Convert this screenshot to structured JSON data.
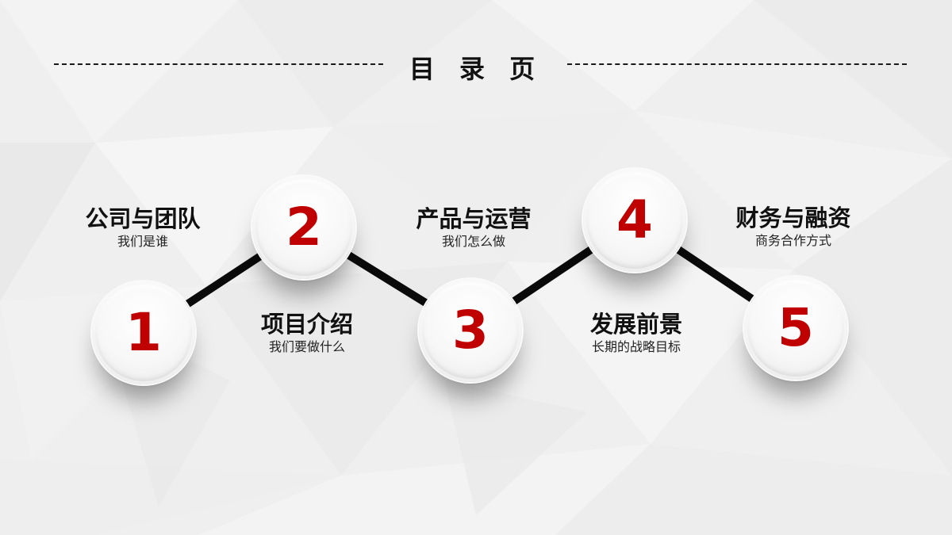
{
  "slide": {
    "title": "目 录 页",
    "accent_color": "#c00000",
    "text_color": "#111111"
  },
  "items": [
    {
      "number": "1",
      "title": "公司与团队",
      "subtitle": "我们是谁"
    },
    {
      "number": "2",
      "title": "项目介绍",
      "subtitle": "我们要做什么"
    },
    {
      "number": "3",
      "title": "产品与运营",
      "subtitle": "我们怎么做"
    },
    {
      "number": "4",
      "title": "发展前景",
      "subtitle": "长期的战略目标"
    },
    {
      "number": "5",
      "title": "财务与融资",
      "subtitle": "商务合作方式"
    }
  ]
}
